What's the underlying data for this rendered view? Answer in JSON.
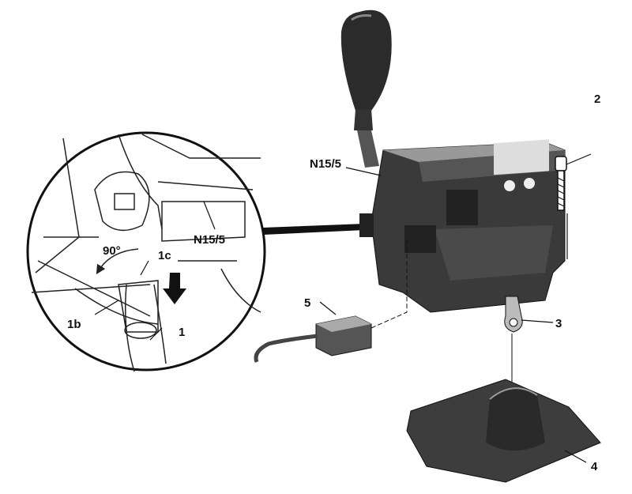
{
  "labels": {
    "bolt": "2",
    "module_top": "N15/5",
    "module_detail": "N15/5",
    "angle": "90°",
    "part_1c": "1c",
    "part_1b": "1b",
    "part_1": "1",
    "connector": "5",
    "lever": "3",
    "cover": "4"
  }
}
